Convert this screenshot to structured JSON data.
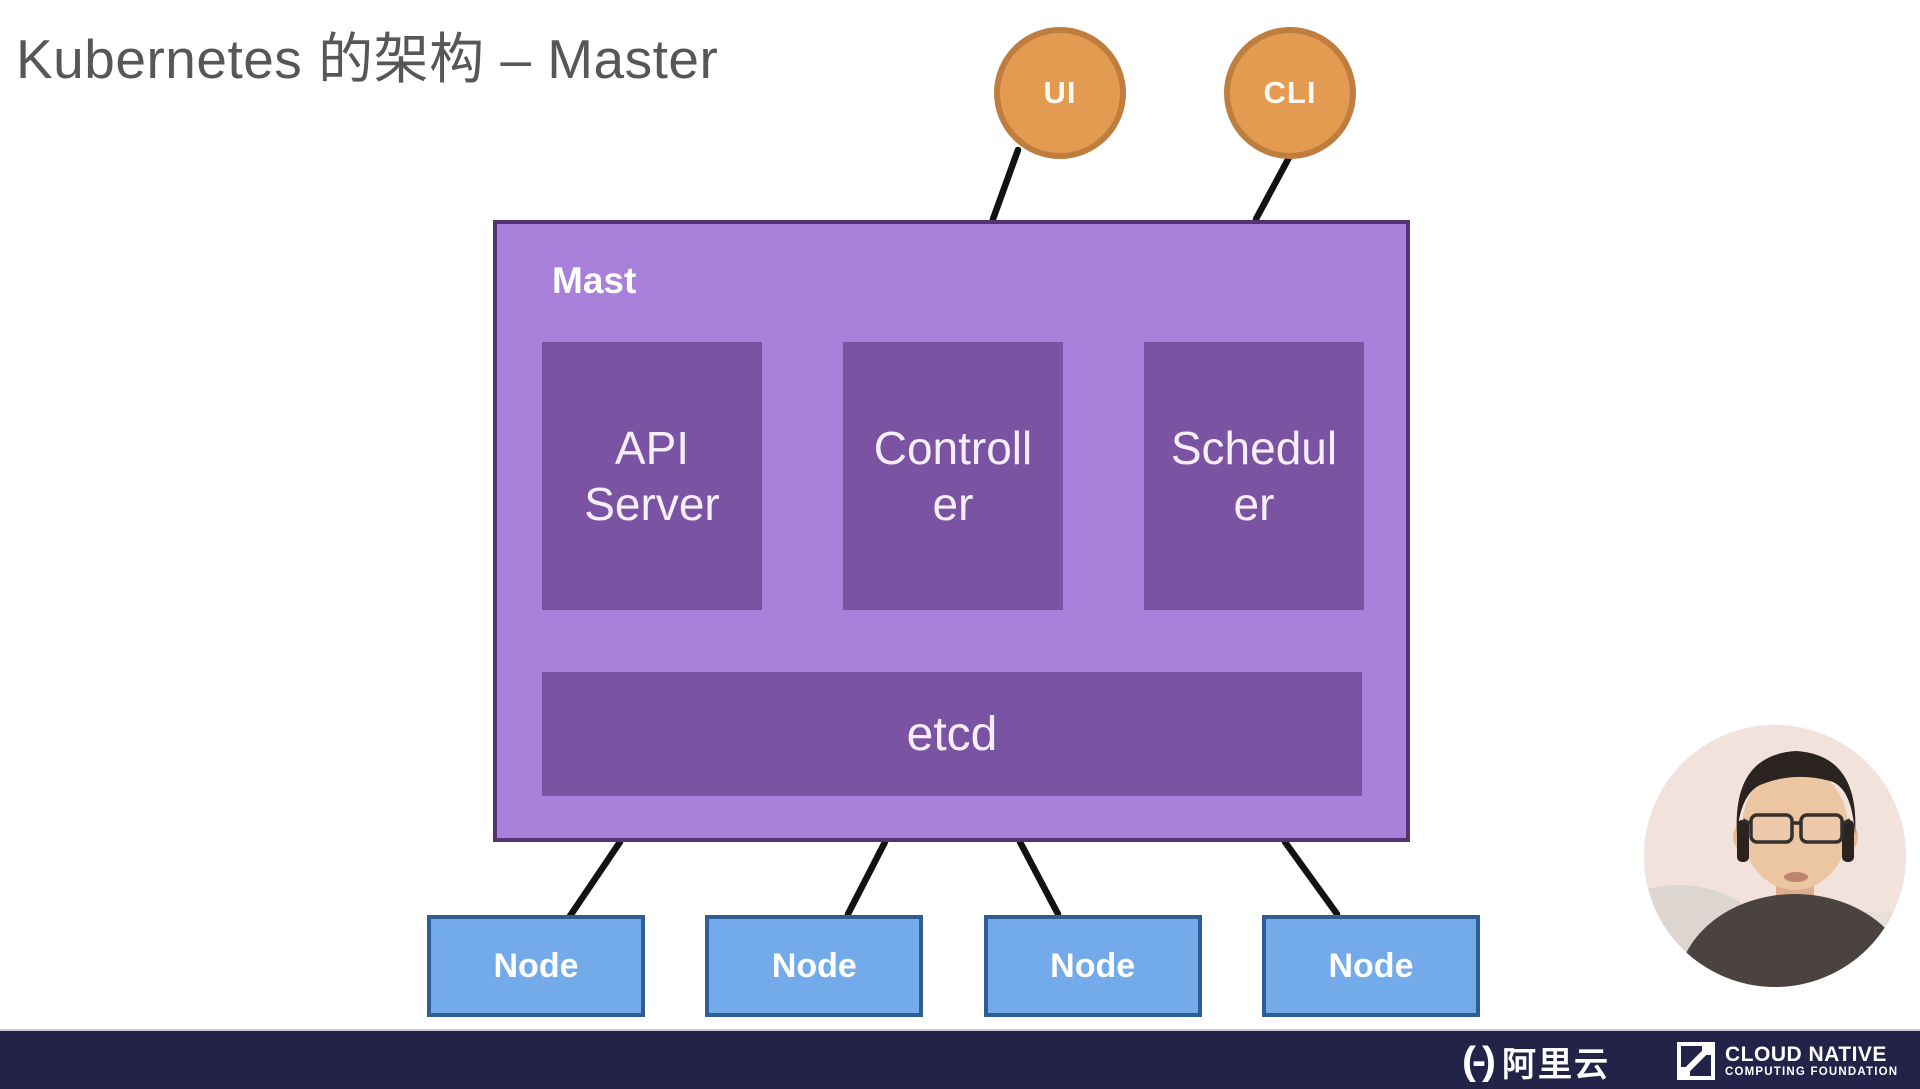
{
  "slide": {
    "title": "Kubernetes 的架构 – Master"
  },
  "diagram": {
    "clients": [
      {
        "label": "UI"
      },
      {
        "label": "CLI"
      }
    ],
    "master": {
      "label": "Mast",
      "components": [
        {
          "name": "api-server",
          "lines": [
            "API",
            "Server"
          ]
        },
        {
          "name": "controller",
          "lines": [
            "Controll",
            "er"
          ]
        },
        {
          "name": "scheduler",
          "lines": [
            "Schedul",
            "er"
          ]
        }
      ],
      "store_label": "etcd"
    },
    "nodes": [
      "Node",
      "Node",
      "Node",
      "Node"
    ]
  },
  "footer": {
    "alibaba": {
      "mark": "(-)",
      "text": "阿里云"
    },
    "cncf": {
      "line1": "CLOUD NATIVE",
      "line2": "COMPUTING FOUNDATION"
    }
  },
  "colors": {
    "master_fill": "#a87fd9",
    "master_border": "#543372",
    "component_fill": "#7a53a3",
    "node_fill": "#73aae9",
    "node_border": "#2e5e93",
    "client_fill": "#e29b51",
    "client_border": "#bf7e3d",
    "footer_bg": "#232349",
    "title_text": "#55575a",
    "connector": "#121212"
  }
}
